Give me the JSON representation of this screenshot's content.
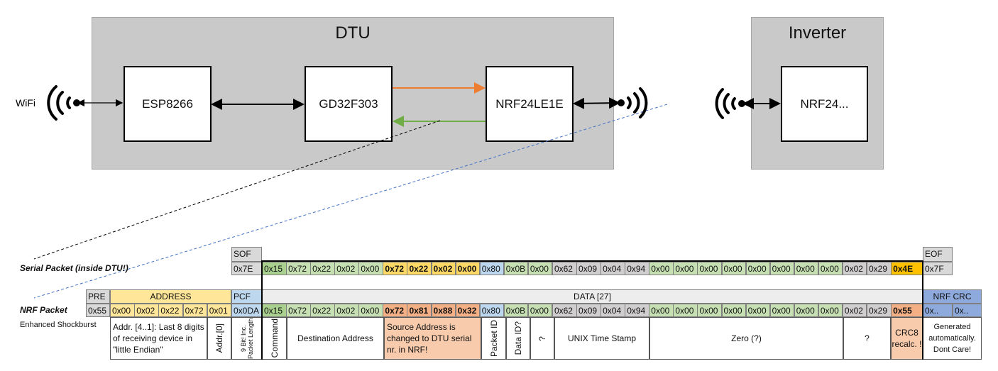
{
  "diagram": {
    "dtu_title": "DTU",
    "inverter_title": "Inverter",
    "wifi_label": "WiFi",
    "chips": {
      "esp": "ESP8266",
      "gd": "GD32F303",
      "nrf_dtu": "NRF24LE1E",
      "nrf_inv": "NRF24..."
    },
    "colors": {
      "tx_arrow": "#ed7d31",
      "rx_arrow": "#70ad47",
      "serial_link": "#000000",
      "nrf_link": "#4472c4"
    }
  },
  "labels": {
    "serial": "Serial Packet (inside DTU!)",
    "nrf": "NRF Packet",
    "nrf_sub": "Enhanced Shockburst"
  },
  "serial": {
    "sof_header": "SOF",
    "sof": "0x7E",
    "eof_header": "EOF",
    "eof": "0x7F",
    "data": [
      "0x15",
      "0x72",
      "0x22",
      "0x02",
      "0x00",
      "0x72",
      "0x22",
      "0x02",
      "0x00",
      "0x80",
      "0x0B",
      "0x00",
      "0x62",
      "0x09",
      "0x04",
      "0x94",
      "0x00",
      "0x00",
      "0x00",
      "0x00",
      "0x00",
      "0x00",
      "0x00",
      "0x00",
      "0x02",
      "0x29",
      "0x4E"
    ],
    "bold": [
      5,
      6,
      7,
      8,
      26
    ],
    "colors": [
      "#a9d08e",
      "#c6e0b4",
      "#c6e0b4",
      "#c6e0b4",
      "#c6e0b4",
      "#ffd966",
      "#ffd966",
      "#ffd966",
      "#ffd966",
      "#bdd7ee",
      "#c6e0b4",
      "#c6e0b4",
      "#d0cece",
      "#d0cece",
      "#d0cece",
      "#d0cece",
      "#c6e0b4",
      "#c6e0b4",
      "#c6e0b4",
      "#c6e0b4",
      "#c6e0b4",
      "#c6e0b4",
      "#c6e0b4",
      "#c6e0b4",
      "#d0cece",
      "#d0cece",
      "#ffc000"
    ]
  },
  "nrf": {
    "pre_header": "PRE",
    "pre": "0x55",
    "address_header": "ADDRESS",
    "address": [
      "0x00",
      "0x02",
      "0x22",
      "0x72",
      "0x01"
    ],
    "pcf_header": "PCF",
    "pcf": "0x0DA",
    "data_header": "DATA [27]",
    "data": [
      "0x15",
      "0x72",
      "0x22",
      "0x02",
      "0x00",
      "0x72",
      "0x81",
      "0x88",
      "0x32",
      "0x80",
      "0x0B",
      "0x00",
      "0x62",
      "0x09",
      "0x04",
      "0x94",
      "0x00",
      "0x00",
      "0x00",
      "0x00",
      "0x00",
      "0x00",
      "0x00",
      "0x00",
      "0x02",
      "0x29",
      "0x55"
    ],
    "bold": [
      5,
      6,
      7,
      8,
      26
    ],
    "colors": [
      "#a9d08e",
      "#c6e0b4",
      "#c6e0b4",
      "#c6e0b4",
      "#c6e0b4",
      "#f4b084",
      "#f4b084",
      "#f4b084",
      "#f4b084",
      "#bdd7ee",
      "#c6e0b4",
      "#c6e0b4",
      "#d0cece",
      "#d0cece",
      "#d0cece",
      "#d0cece",
      "#c6e0b4",
      "#c6e0b4",
      "#c6e0b4",
      "#c6e0b4",
      "#c6e0b4",
      "#c6e0b4",
      "#c6e0b4",
      "#c6e0b4",
      "#d0cece",
      "#d0cece",
      "#f4b084"
    ],
    "crc_header": "NRF CRC",
    "crc": [
      "0x..",
      "0x.."
    ],
    "descriptions": {
      "addr41": "Addr. [4..1]: Last 8 digits of receiving device in \"little Endian\"",
      "addr0": "Addr.[0]",
      "pcf": "9 Bit! Inc. Packet Length",
      "command": "Command",
      "dest": "Destination Address",
      "source": "Source Address is changed to DTU serial nr. in NRF!",
      "packet_id": "Packet ID",
      "data_id": "Data ID?",
      "unknown1": "?",
      "unix": "UNIX Time Stamp",
      "zero": "Zero (?)",
      "unknown2": "?",
      "crc8": "CRC8 recalc. !",
      "crc_gen": "Generated automatically. Dont Care!"
    }
  }
}
